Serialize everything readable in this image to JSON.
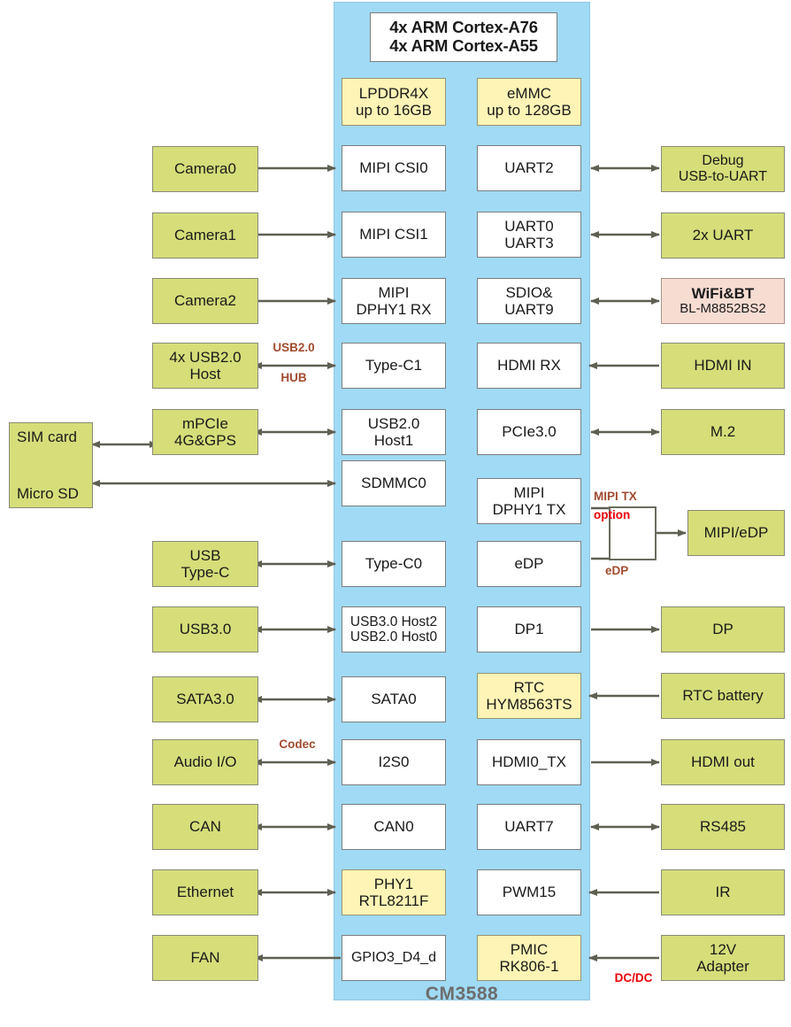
{
  "diagram": {
    "title": "CM3588",
    "soc": {
      "cpu": "4x ARM Cortex-A76\n4x ARM Cortex-A55",
      "memory": [
        {
          "label": "LPDDR4X\nup to 16GB"
        },
        {
          "label": "eMMC\nup to 128GB"
        }
      ]
    },
    "colors": {
      "peripheral_green": "#d5de79",
      "soc_panel_blue": "#a0daf5",
      "chip_yellow": "#fdf4b5",
      "wifi_pink": "#f7dcd2",
      "interface_white": "#ffffff",
      "arrow_gray": "#5f5f52",
      "annotation_brown": "#a24b30",
      "annotation_red": "#ee0000",
      "title_gray": "#6d6d6d"
    },
    "left_peripherals": [
      {
        "label": "Camera0"
      },
      {
        "label": "Camera1"
      },
      {
        "label": "Camera2"
      },
      {
        "label": "4x USB2.0\nHost"
      },
      {
        "label": "mPCIe\n4G&GPS"
      },
      {
        "label": "SIM card"
      },
      {
        "label": "Micro SD"
      },
      {
        "label": "USB\nType-C"
      },
      {
        "label": "USB3.0"
      },
      {
        "label": "SATA3.0"
      },
      {
        "label": "Audio I/O"
      },
      {
        "label": "CAN"
      },
      {
        "label": "Ethernet"
      },
      {
        "label": "FAN"
      }
    ],
    "soc_left_column": [
      {
        "label": "MIPI CSI0"
      },
      {
        "label": "MIPI CSI1"
      },
      {
        "label": "MIPI\nDPHY1 RX"
      },
      {
        "label": "Type-C1"
      },
      {
        "label": "USB2.0\nHost1"
      },
      {
        "label": "SDMMC0"
      },
      {
        "label": "Type-C0"
      },
      {
        "label": "USB3.0 Host2\nUSB2.0 Host0"
      },
      {
        "label": "SATA0"
      },
      {
        "label": "I2S0"
      },
      {
        "label": "CAN0"
      },
      {
        "label": "PHY1\nRTL8211F"
      },
      {
        "label": "GPIO3_D4_d"
      }
    ],
    "soc_right_column": [
      {
        "label": "UART2"
      },
      {
        "label": "UART0\nUART3"
      },
      {
        "label": "SDIO&\nUART9"
      },
      {
        "label": "HDMI RX"
      },
      {
        "label": "PCIe3.0"
      },
      {
        "label": "MIPI\nDPHY1 TX"
      },
      {
        "label": "eDP"
      },
      {
        "label": "DP1"
      },
      {
        "label": "RTC\nHYM8563TS"
      },
      {
        "label": "HDMI0_TX"
      },
      {
        "label": "UART7"
      },
      {
        "label": "PWM15"
      },
      {
        "label": "PMIC\nRK806-1"
      }
    ],
    "right_peripherals": [
      {
        "label": "Debug\nUSB-to-UART"
      },
      {
        "label": "2x UART"
      },
      {
        "label_bold": "WiFi&BT",
        "label_sub": "BL-M8852BS2"
      },
      {
        "label": "HDMI IN"
      },
      {
        "label": "M.2"
      },
      {
        "label": "MIPI/eDP"
      },
      {
        "label": "DP"
      },
      {
        "label": "RTC battery"
      },
      {
        "label": "HDMI out"
      },
      {
        "label": "RS485"
      },
      {
        "label": "IR"
      },
      {
        "label": "12V\nAdapter"
      }
    ],
    "annotations": [
      {
        "text": "USB2.0",
        "style": "brown"
      },
      {
        "text": "HUB",
        "style": "brown"
      },
      {
        "text": "MIPI TX",
        "style": "brown"
      },
      {
        "text": "option",
        "style": "red"
      },
      {
        "text": "eDP",
        "style": "brown"
      },
      {
        "text": "Codec",
        "style": "brown"
      },
      {
        "text": "DC/DC",
        "style": "red"
      }
    ]
  }
}
